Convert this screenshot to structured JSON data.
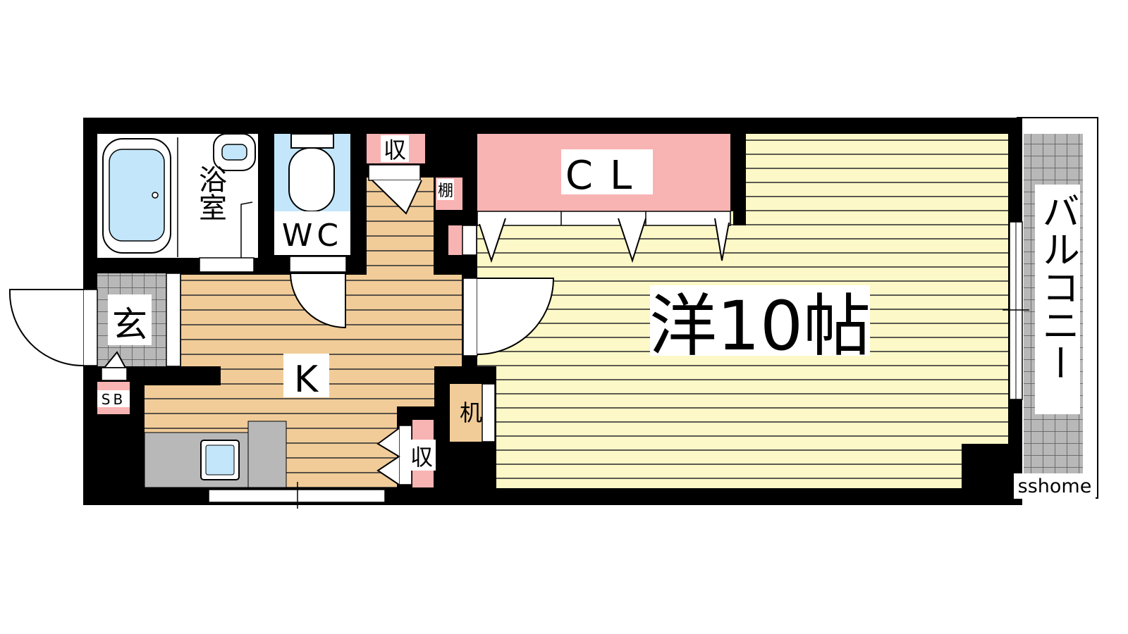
{
  "rooms": {
    "bath": "浴室",
    "wc": "WC",
    "storage_top": "収",
    "shelf": "棚",
    "closet": "CL",
    "entrance": "玄",
    "shoe_box": "SB",
    "kitchen": "K",
    "storage_bottom": "収",
    "desk": "机",
    "western_room": "洋10帖",
    "balcony": "バルコニー"
  },
  "watermark": "sshome",
  "colors": {
    "wall": "#000000",
    "flooring_kitchen": "#f1cc98",
    "flooring_room": "#fdf8c7",
    "storage": "#f8b3b3",
    "water": "#c3e6fa",
    "tile": "#b8b8b8",
    "counter": "#b8b8b8"
  }
}
